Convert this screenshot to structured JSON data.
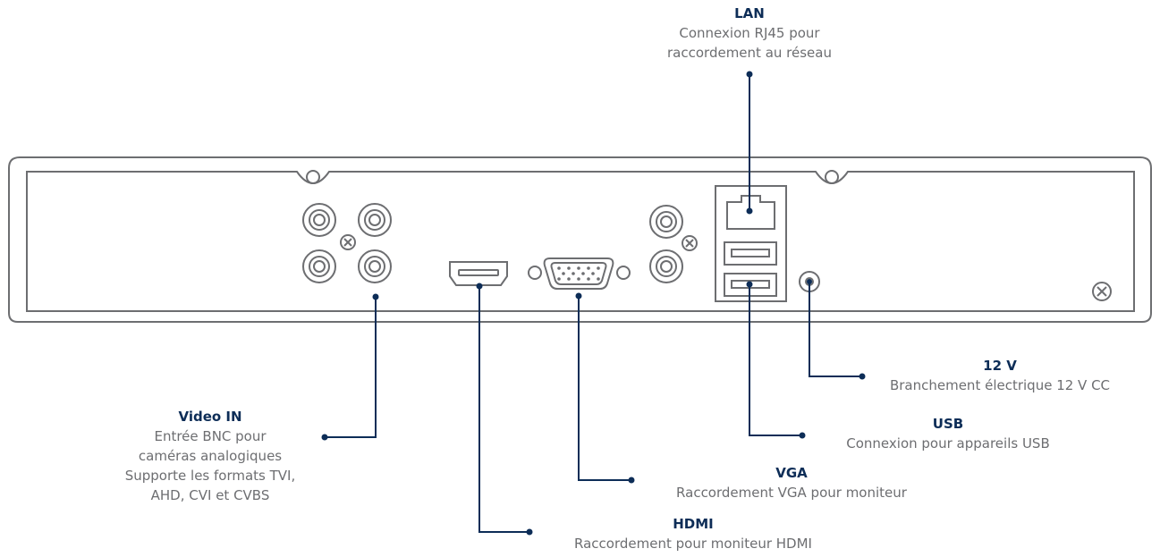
{
  "colors": {
    "outline": "#6d6e71",
    "leader": "#0d2d57",
    "title": "#0d2d57",
    "text": "#6d6e71"
  },
  "labels": {
    "lan": {
      "title": "LAN",
      "desc": "Connexion RJ45 pour\nraccordement au réseau"
    },
    "v12": {
      "title": "12 V",
      "desc": "Branchement électrique 12 V CC"
    },
    "video": {
      "title": "Video IN",
      "desc": "Entrée BNC pour\ncaméras analogiques\nSupporte les formats TVI,\nAHD, CVI et CVBS"
    },
    "usb": {
      "title": "USB",
      "desc": "Connexion pour appareils USB"
    },
    "vga": {
      "title": "VGA",
      "desc": "Raccordement VGA pour moniteur"
    },
    "hdmi": {
      "title": "HDMI",
      "desc": "Raccordement pour moniteur HDMI"
    }
  }
}
